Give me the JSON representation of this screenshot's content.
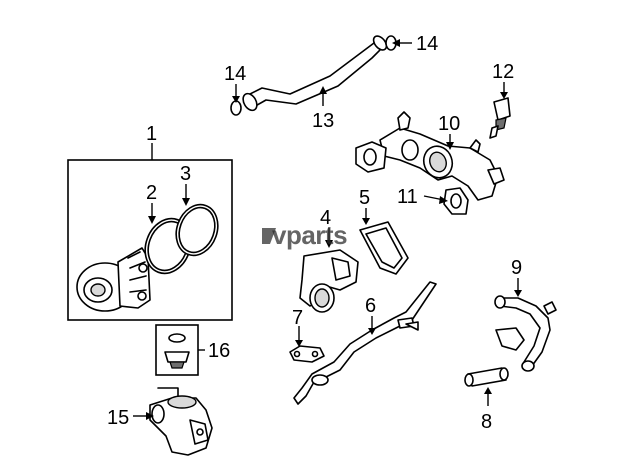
{
  "watermark": {
    "text": "vparts"
  },
  "callouts": {
    "c1": "1",
    "c2": "2",
    "c3": "3",
    "c4": "4",
    "c5": "5",
    "c6": "6",
    "c7": "7",
    "c8": "8",
    "c9": "9",
    "c10": "10",
    "c11": "11",
    "c12": "12",
    "c13": "13",
    "c14a": "14",
    "c14b": "14",
    "c15": "15",
    "c16": "16"
  },
  "colors": {
    "line": "#000000",
    "shade": "#d9d9d9",
    "background": "#ffffff"
  }
}
